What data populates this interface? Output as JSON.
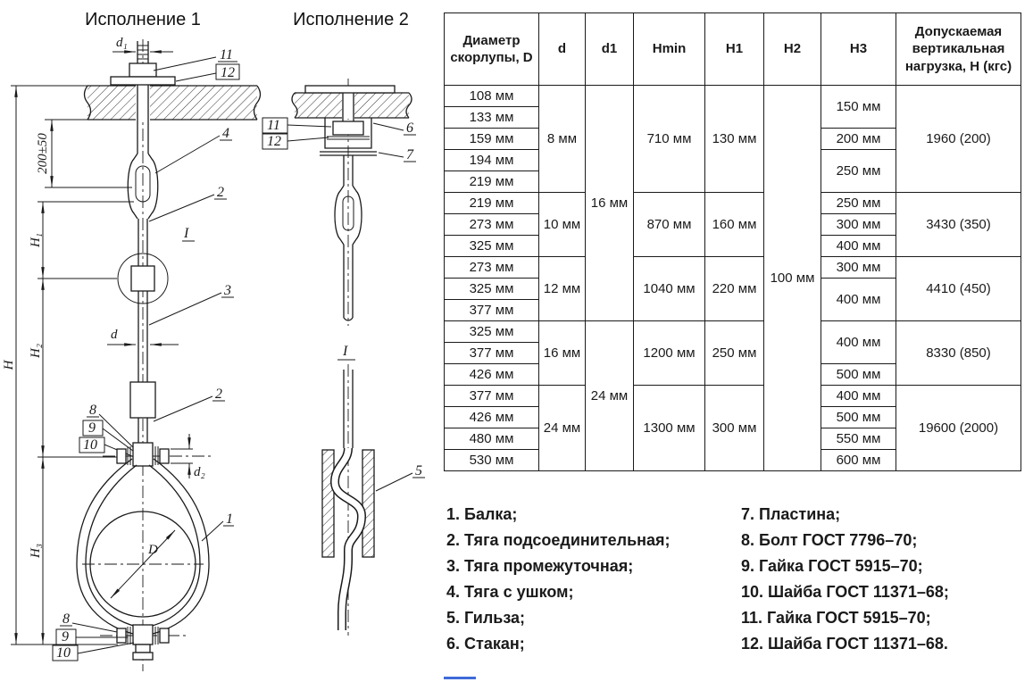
{
  "page": {
    "background": "#ffffff",
    "ink": "#1a1a1a",
    "artifact_blue": "#3f6bd8"
  },
  "v1": {
    "title": "Исполнение 1",
    "d1": "d₁",
    "dim200": "200±50",
    "H": "H",
    "H1": "H₁",
    "H2": "H₂",
    "H3": "H₃",
    "d": "d",
    "d2": "d₂",
    "D": "D",
    "I": "I",
    "c11": "11",
    "c12": "12",
    "c4": "4",
    "c2a": "2",
    "c3": "3",
    "c2b": "2",
    "c8a": "8",
    "c9a": "9",
    "c10a": "10",
    "c1": "1",
    "c8b": "8",
    "c9b": "9",
    "c10b": "10"
  },
  "v2": {
    "title": "Исполнение 2",
    "I": "I",
    "c11": "11",
    "c12": "12",
    "c6": "6",
    "c7": "7",
    "c5": "5"
  },
  "table": {
    "headers": [
      "Диаметр скорлупы, D",
      "d",
      "d1",
      "Hmin",
      "H1",
      "H2",
      "H3",
      "Допускаемая вертикальная нагрузка, Н (кгс)"
    ],
    "rows": [
      [
        {
          "t": "108 мм"
        },
        {
          "t": "8 мм",
          "rs": 5
        },
        {
          "t": "16 мм",
          "rs": 11
        },
        {
          "t": "710 мм",
          "rs": 5
        },
        {
          "t": "130 мм",
          "rs": 5
        },
        {
          "t": "100 мм",
          "rs": 18
        },
        {
          "t": "150 мм",
          "rs": 2
        },
        {
          "t": "1960 (200)",
          "rs": 5
        }
      ],
      [
        {
          "t": "133 мм"
        }
      ],
      [
        {
          "t": "159 мм"
        },
        {
          "t": "200 мм"
        }
      ],
      [
        {
          "t": "194 мм"
        },
        {
          "t": "250 мм",
          "rs": 2
        }
      ],
      [
        {
          "t": "219 мм"
        }
      ],
      [
        {
          "t": "219 мм"
        },
        {
          "t": "10 мм",
          "rs": 3
        },
        {
          "t": "870 мм",
          "rs": 3
        },
        {
          "t": "160 мм",
          "rs": 3
        },
        {
          "t": "250 мм"
        },
        {
          "t": "3430 (350)",
          "rs": 3
        }
      ],
      [
        {
          "t": "273 мм"
        },
        {
          "t": "300 мм"
        }
      ],
      [
        {
          "t": "325 мм"
        },
        {
          "t": "400 мм"
        }
      ],
      [
        {
          "t": "273 мм"
        },
        {
          "t": "12 мм",
          "rs": 3
        },
        {
          "t": "1040 мм",
          "rs": 3
        },
        {
          "t": "220 мм",
          "rs": 3
        },
        {
          "t": "300 мм"
        },
        {
          "t": "4410 (450)",
          "rs": 3
        }
      ],
      [
        {
          "t": "325 мм"
        },
        {
          "t": "400 мм",
          "rs": 2
        }
      ],
      [
        {
          "t": "377 мм"
        }
      ],
      [
        {
          "t": "325 мм"
        },
        {
          "t": "16 мм",
          "rs": 3
        },
        {
          "t": "24 мм",
          "rs": 7
        },
        {
          "t": "1200 мм",
          "rs": 3
        },
        {
          "t": "250 мм",
          "rs": 3
        },
        {
          "t": "400 мм",
          "rs": 2
        },
        {
          "t": "8330 (850)",
          "rs": 3
        }
      ],
      [
        {
          "t": "377 мм"
        }
      ],
      [
        {
          "t": "426 мм"
        },
        {
          "t": "500 мм"
        }
      ],
      [
        {
          "t": "377 мм"
        },
        {
          "t": "24 мм",
          "rs": 4
        },
        {
          "t": "1300 мм",
          "rs": 4
        },
        {
          "t": "300 мм",
          "rs": 4
        },
        {
          "t": "400 мм"
        },
        {
          "t": "19600 (2000)",
          "rs": 4
        }
      ],
      [
        {
          "t": "426 мм"
        },
        {
          "t": "500 мм"
        }
      ],
      [
        {
          "t": "480 мм"
        },
        {
          "t": "550 мм"
        }
      ],
      [
        {
          "t": "530 мм"
        },
        {
          "t": "600 мм"
        }
      ]
    ]
  },
  "legend": {
    "left": [
      "1. Балка;",
      "2. Тяга подсоединительная;",
      "3. Тяга промежуточная;",
      "4. Тяга с ушком;",
      "5. Гильза;",
      "6. Стакан;"
    ],
    "right": [
      "7. Пластина;",
      "8. Болт ГОСТ 7796–70;",
      "9. Гайка ГОСТ 5915–70;",
      "10. Шайба ГОСТ 11371–68;",
      "11. Гайка ГОСТ 5915–70;",
      "12. Шайба ГОСТ 11371–68."
    ]
  }
}
